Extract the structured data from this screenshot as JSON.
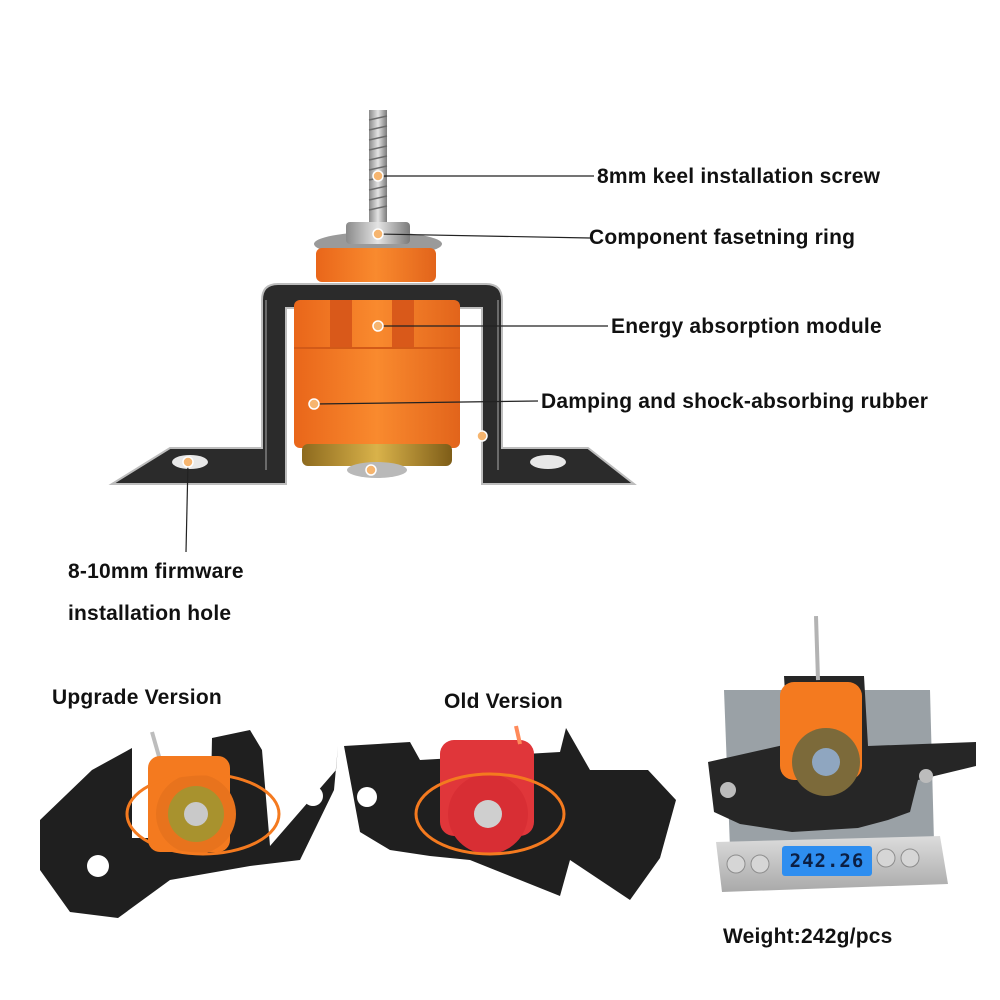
{
  "labels": {
    "keel_screw": "8mm keel installation screw",
    "fastening_ring": "Component fasetning ring",
    "energy_module": "Energy absorption module",
    "damping_rubber": "Damping and shock-absorbing rubber",
    "hole_line1": "8-10mm firmware",
    "hole_line2": "installation hole"
  },
  "comparison": {
    "upgrade_label": "Upgrade Version",
    "old_label": "Old Version"
  },
  "scale": {
    "display_value": "242.26",
    "weight_caption": "Weight:242g/pcs"
  },
  "colors": {
    "rubber_orange": "#f47a1f",
    "old_red": "#e23a3a",
    "bracket_black": "#2a2a2a",
    "lcd_blue": "#2e8ef0"
  }
}
